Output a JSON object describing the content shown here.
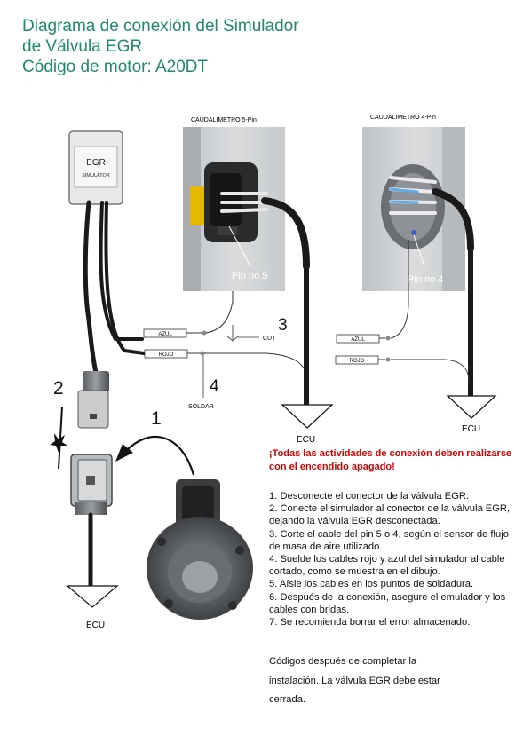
{
  "title": {
    "line1": "Diagrama de conexión del Simulador",
    "line2": "de Válvula EGR",
    "line3": "Código de motor: A20DT"
  },
  "simulator": {
    "label": "EGR",
    "sublabel": "SIMULATOR"
  },
  "sensor5": {
    "caption": "CAUDALIMETRO 5-Pin",
    "pin_label": "Pin no.5"
  },
  "sensor4": {
    "caption": "CAUDALIMETRO 4-Pin",
    "pin_label": "Pin no.4"
  },
  "wires": {
    "blue": "AZUL",
    "red": "ROJO",
    "blue_right": "AZUL",
    "red_right": "ROJO",
    "cut": "CUT",
    "solder": "SOLDAR"
  },
  "steps_numbers": {
    "n1": "1",
    "n2": "2",
    "n3": "3",
    "n4": "4"
  },
  "ground": {
    "left": "ECU",
    "middle": "ECU",
    "right": "ECU"
  },
  "warning": "¡Todas las actividades de conexión deben realizarse con el encendido apagado!",
  "instructions": [
    "1. Desconecte el conector de la válvula EGR.",
    "2. Conecte el simulador al conector de la válvula EGR, dejando la válvula EGR desconectada.",
    "3. Corte el cable del pin 5 o 4, según el sensor de flujo de masa de aire utilizado.",
    "4. Suelde los cables rojo y azul del simulador al cable cortado, como se muestra en el dibujo.",
    "5. Aísle los cables en los puntos de soldadura.",
    "6. Después de la conexión, asegure el emulador y los cables con bridas.",
    "7. Se recomienda borrar el error almacenado."
  ],
  "codes_note": {
    "line1": "Códigos después de completar la",
    "line2": "instalación. La válvula EGR debe estar",
    "line3": "cerrada."
  },
  "colors": {
    "title": "#1f8a6d",
    "warning": "#d40000",
    "cable": "#1a1a1a"
  }
}
